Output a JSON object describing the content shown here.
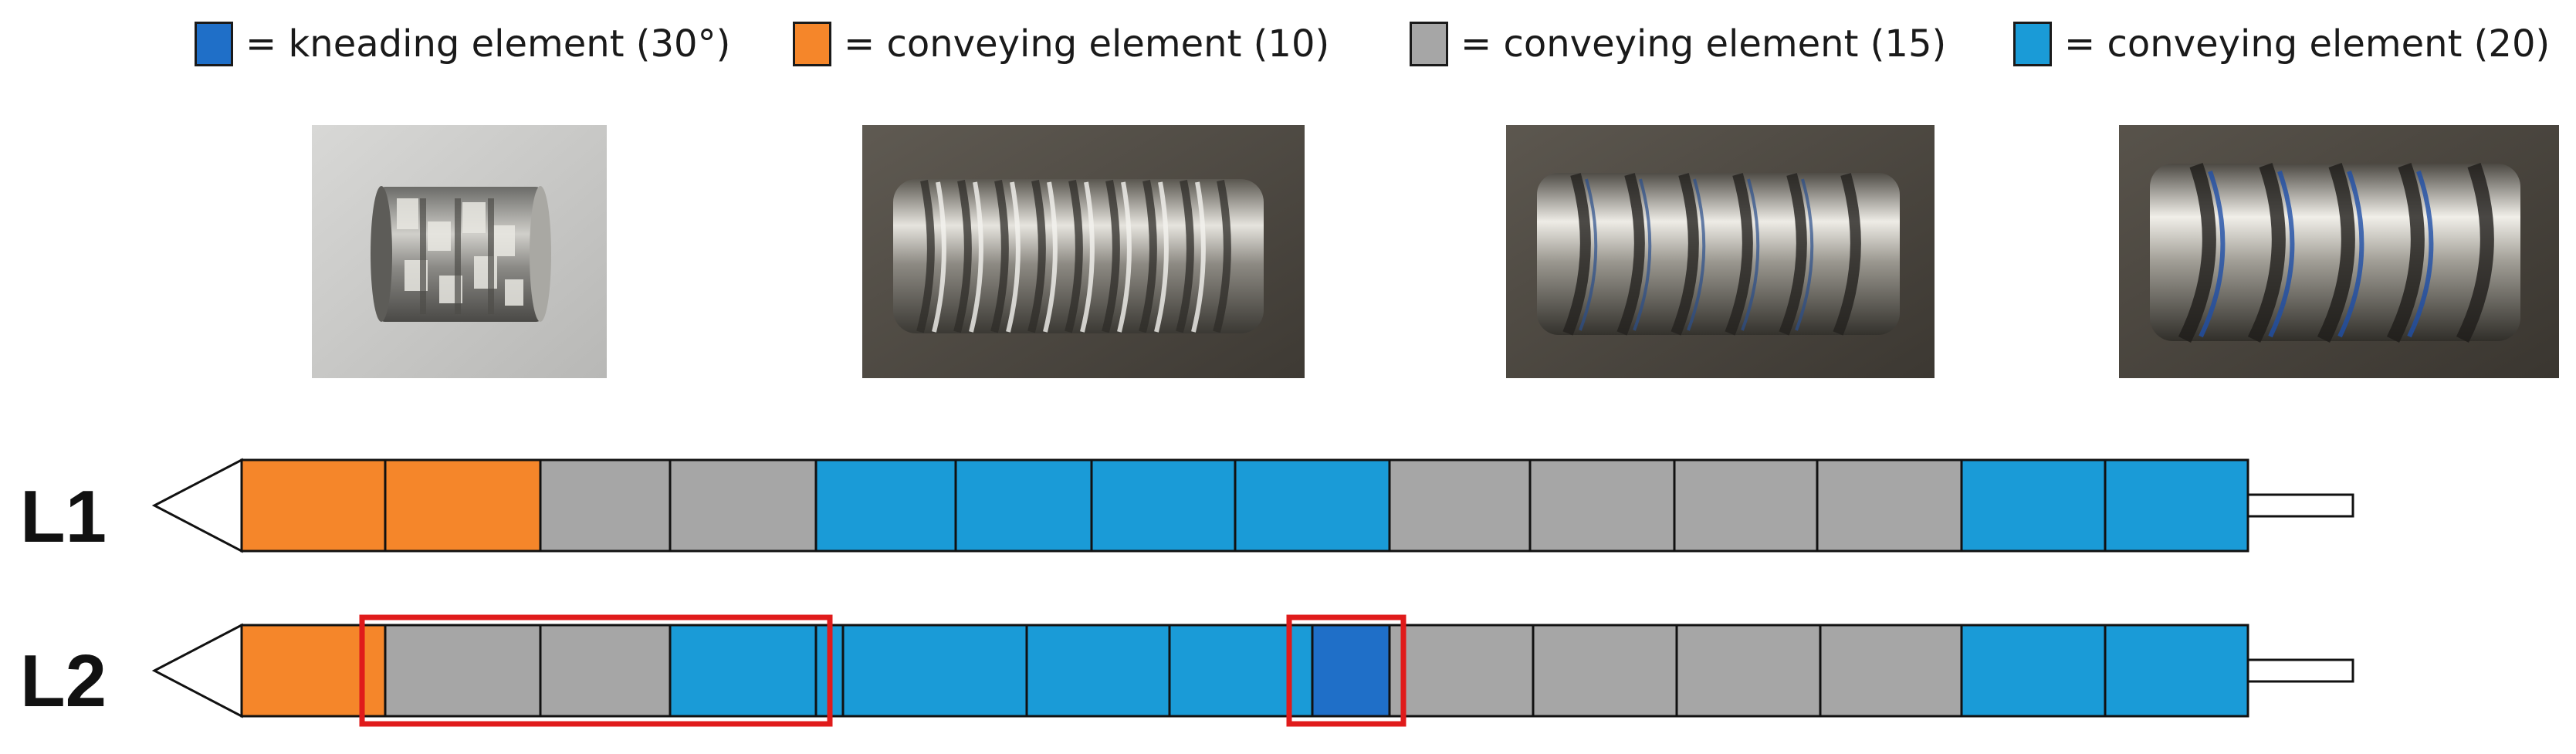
{
  "legend": [
    {
      "label": "= kneading element (30°)",
      "color": "#1f6fc8"
    },
    {
      "label": "= conveying element (10)",
      "color": "#f5862a"
    },
    {
      "label": "= conveying element (15)",
      "color": "#a6a6a6"
    },
    {
      "label": "= conveying element (20)",
      "color": "#1a9bd7"
    }
  ],
  "photos": [
    {
      "name": "kneading-element-photo"
    },
    {
      "name": "conveying-element-10-photo"
    },
    {
      "name": "conveying-element-15-photo"
    },
    {
      "name": "conveying-element-20-photo"
    }
  ],
  "rows": [
    {
      "label": "L1",
      "segments": [
        "conv10",
        "conv10",
        "conv15",
        "conv15",
        "conv20",
        "conv20",
        "conv20",
        "conv20",
        "conv15",
        "conv15",
        "conv15",
        "conv15",
        "conv20",
        "conv20"
      ],
      "highlights": []
    },
    {
      "label": "L2",
      "segments": [
        "conv10",
        "conv15",
        "conv15",
        "conv20",
        "conv20",
        "conv20",
        "conv20",
        "conv20",
        "knead30",
        "conv15",
        "conv15",
        "conv15",
        "conv15",
        "conv20",
        "conv20"
      ],
      "highlights": [
        [
          1,
          3
        ],
        [
          8,
          8
        ]
      ]
    }
  ],
  "colors": {
    "conv10": "#f5862a",
    "conv15": "#a6a6a6",
    "conv20": "#1a9bd7",
    "knead30": "#1f6fc8",
    "highlight": "#e01b1b"
  }
}
